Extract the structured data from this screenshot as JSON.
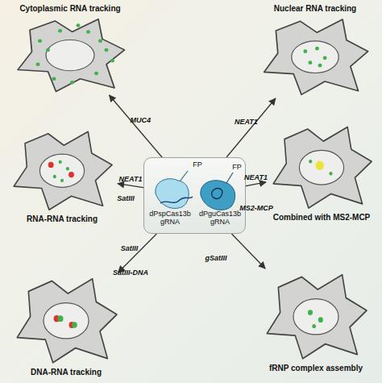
{
  "diagram": {
    "nodes": [
      {
        "text": [
          "Cytoplasmic RNA tracking"
        ]
      },
      {
        "text": [
          "Nuclear RNA tracking"
        ]
      },
      {
        "text": [
          "RNA-RNA tracking"
        ]
      },
      {
        "text": [
          "FP",
          "dPspCas13b gRNA",
          "FP",
          "dPguCas13b gRNA"
        ]
      },
      {
        "text": [
          "Combined with MS2-MCP"
        ]
      },
      {
        "text": [
          "DNA-RNA tracking"
        ]
      },
      {
        "text": [
          "fRNP complex assembly"
        ]
      }
    ],
    "edges": [
      {
        "from": 3,
        "to": 0,
        "label": "MUC4",
        "arrow": "to"
      },
      {
        "from": 3,
        "to": 1,
        "label": "NEAT1",
        "arrow": "to"
      },
      {
        "from": 3,
        "to": 2,
        "label": "NEAT1",
        "arrow": "to"
      },
      {
        "from": 3,
        "to": 4,
        "label": "NEAT1",
        "arrow": "to"
      },
      {
        "from": 3,
        "to": 5,
        "label": "SatIII",
        "arrow": "to"
      },
      {
        "from": 3,
        "to": 6,
        "arrow": "to"
      }
    ],
    "labels": [
      "SatIII",
      "MS2-MCP",
      "SatIII-DNA",
      "gSatIII"
    ]
  }
}
